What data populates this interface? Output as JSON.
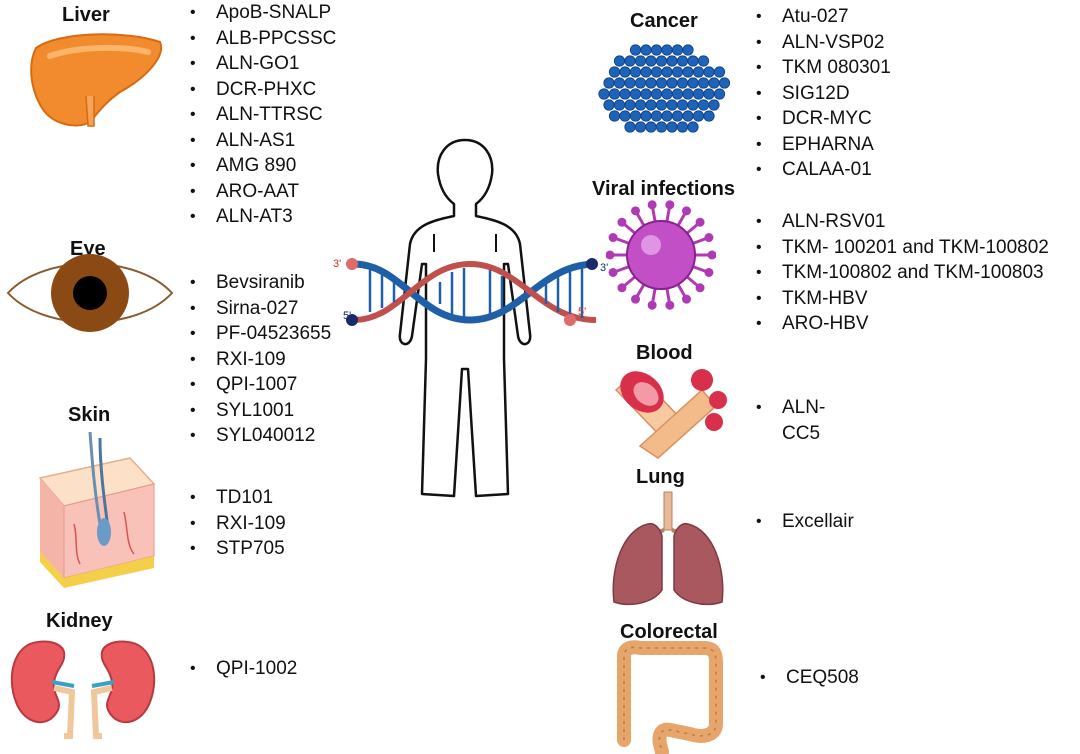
{
  "groups": {
    "liver": {
      "title": "Liver",
      "items": [
        "ApoB-SNALP",
        "ALB-PPCSSC",
        "ALN-GO1",
        "DCR-PHXC",
        "ALN-TTRSC",
        "ALN-AS1",
        "AMG 890",
        "ARO-AAT",
        "ALN-AT3"
      ]
    },
    "eye": {
      "title": "Eye",
      "items": [
        "Bevsiranib",
        "Sirna-027",
        "PF-04523655",
        "RXI-109",
        "QPI-1007",
        "SYL1001",
        "SYL040012"
      ]
    },
    "skin": {
      "title": "Skin",
      "items": [
        "TD101",
        "RXI-109",
        "STP705"
      ]
    },
    "kidney": {
      "title": "Kidney",
      "items": [
        "QPI-1002"
      ]
    },
    "cancer": {
      "title": "Cancer",
      "items": [
        "Atu-027",
        "ALN-VSP02",
        "TKM 080301",
        "SIG12D",
        "DCR-MYC",
        "EPHARNA",
        "CALAA-01"
      ]
    },
    "viral": {
      "title": "Viral infections",
      "items": [
        "ALN-RSV01",
        "TKM- 100201 and TKM-100802",
        "TKM-100802 and TKM-100803",
        "TKM-HBV",
        "ARO-HBV"
      ]
    },
    "blood": {
      "title": "Blood",
      "items": [
        "ALN-",
        "CC5"
      ]
    },
    "lung": {
      "title": "Lung",
      "items": [
        "Excellair"
      ]
    },
    "colorectal": {
      "title": "Colorectal",
      "items": [
        "CEQ508"
      ]
    }
  },
  "sirna": {
    "label_3_left": "3'",
    "label_5_left": "5'",
    "label_3_right": "3'",
    "label_5_right": "5'"
  },
  "colors": {
    "dna_blue": "#1f5fa8",
    "dna_red": "#c0504d",
    "organ_orange": "#f28a2e",
    "cancer_blue": "#1f63b8",
    "virus_purple": "#b03ab5"
  },
  "icons": [
    "liver-icon",
    "eye-icon",
    "skin-icon",
    "kidney-icon",
    "human-body-icon",
    "dna-icon",
    "cancer-cells-icon",
    "virus-icon",
    "blood-vessel-icon",
    "lungs-icon",
    "colon-icon"
  ]
}
